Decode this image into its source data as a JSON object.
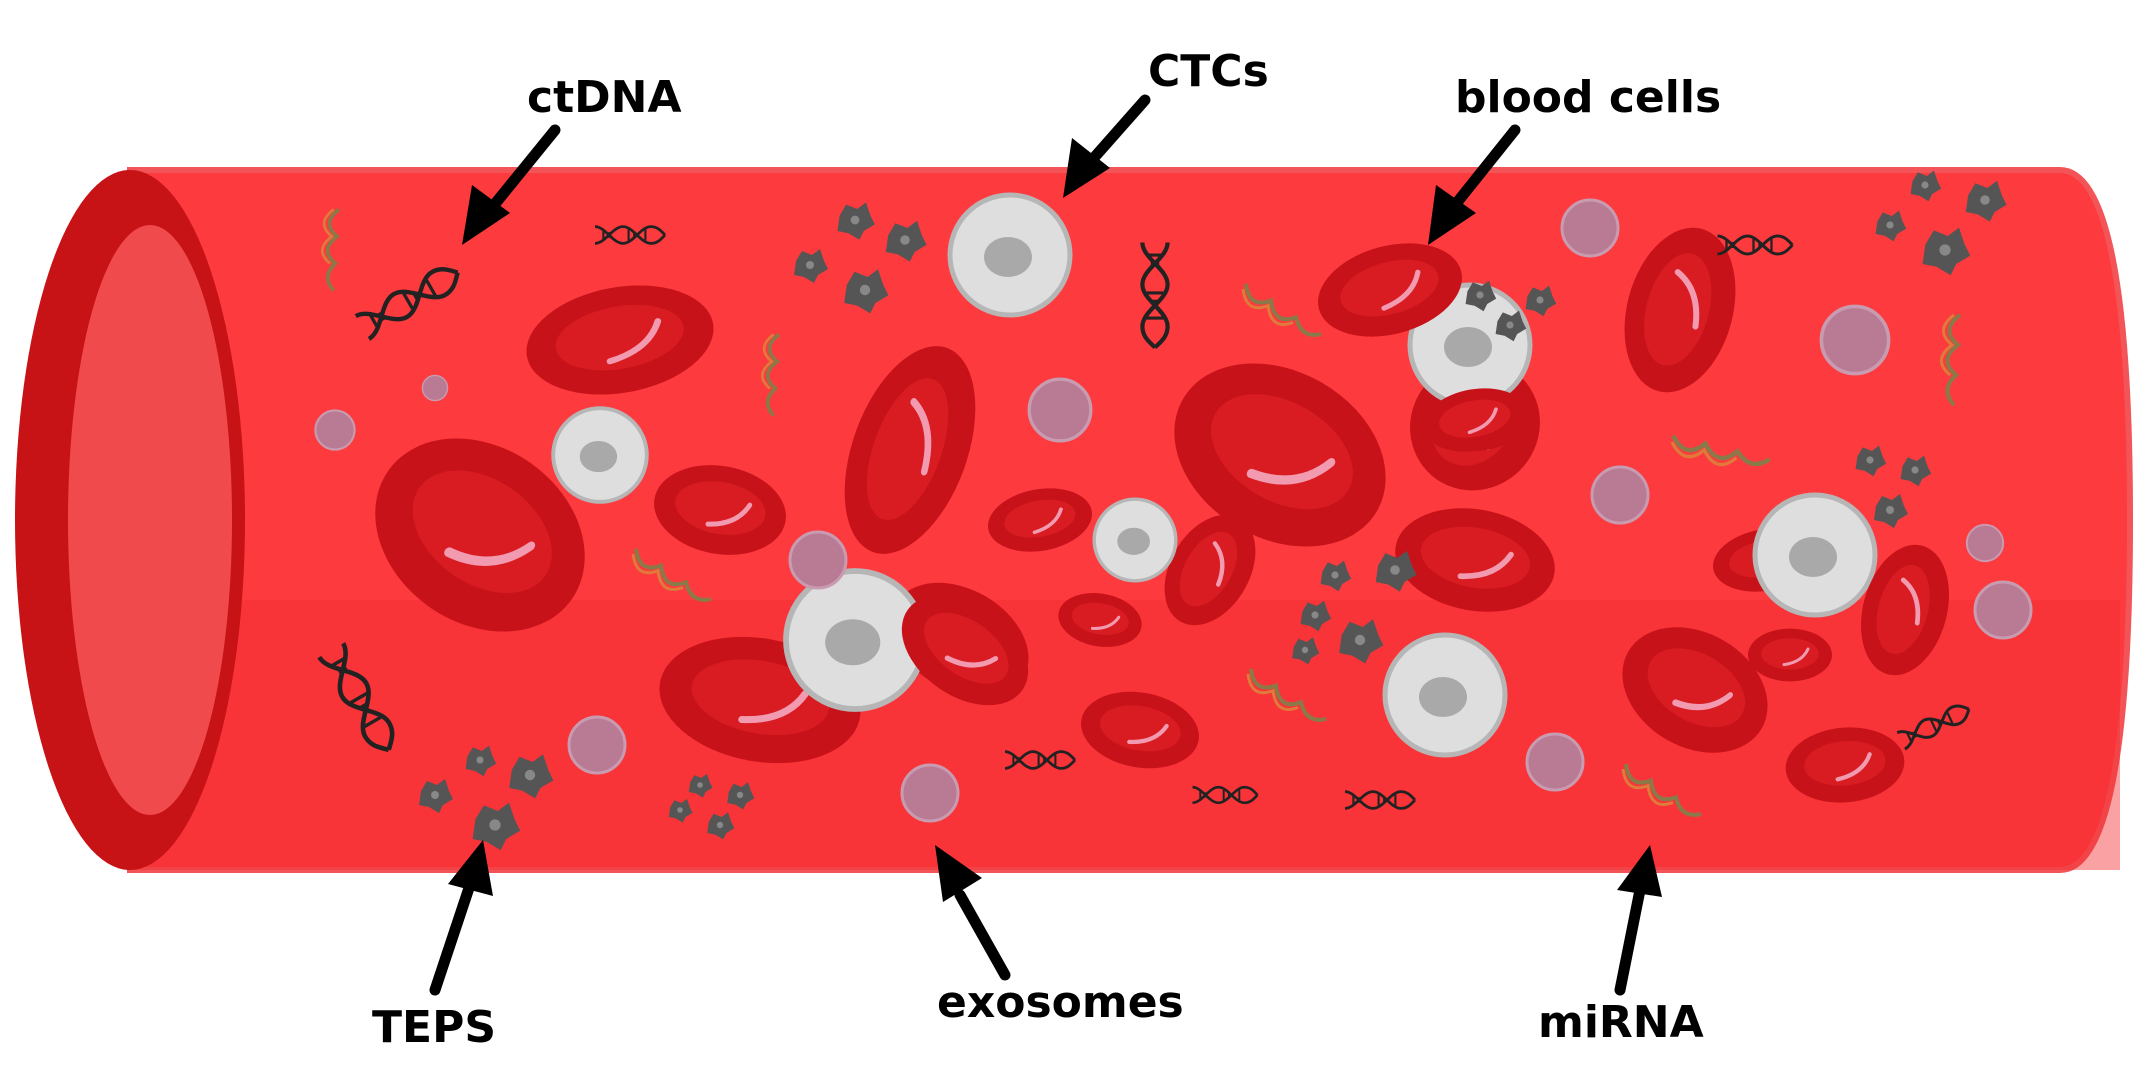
{
  "labels": {
    "ctdna": "ctDNA",
    "ctcs": "CTCs",
    "blood_cells": "blood cells",
    "teps": "TEPS",
    "exosomes": "exosomes",
    "mirna": "miRNA"
  },
  "colors": {
    "vessel": "#fd3a3d",
    "vessel_dark": "#c71216",
    "vessel_lumen": "#f04a4d",
    "red_cell": "#c8121a",
    "red_cell_inner": "#d81c22",
    "white_cell": "#dedede",
    "white_cell_nucleus": "#a9a9a9",
    "exosome": "#b97a94",
    "platelet": "#555555",
    "dna": "#222222",
    "arrow": "#000000"
  },
  "icons": [
    "dna-helix-icon",
    "mirna-strand-icon",
    "platelet-icon"
  ]
}
